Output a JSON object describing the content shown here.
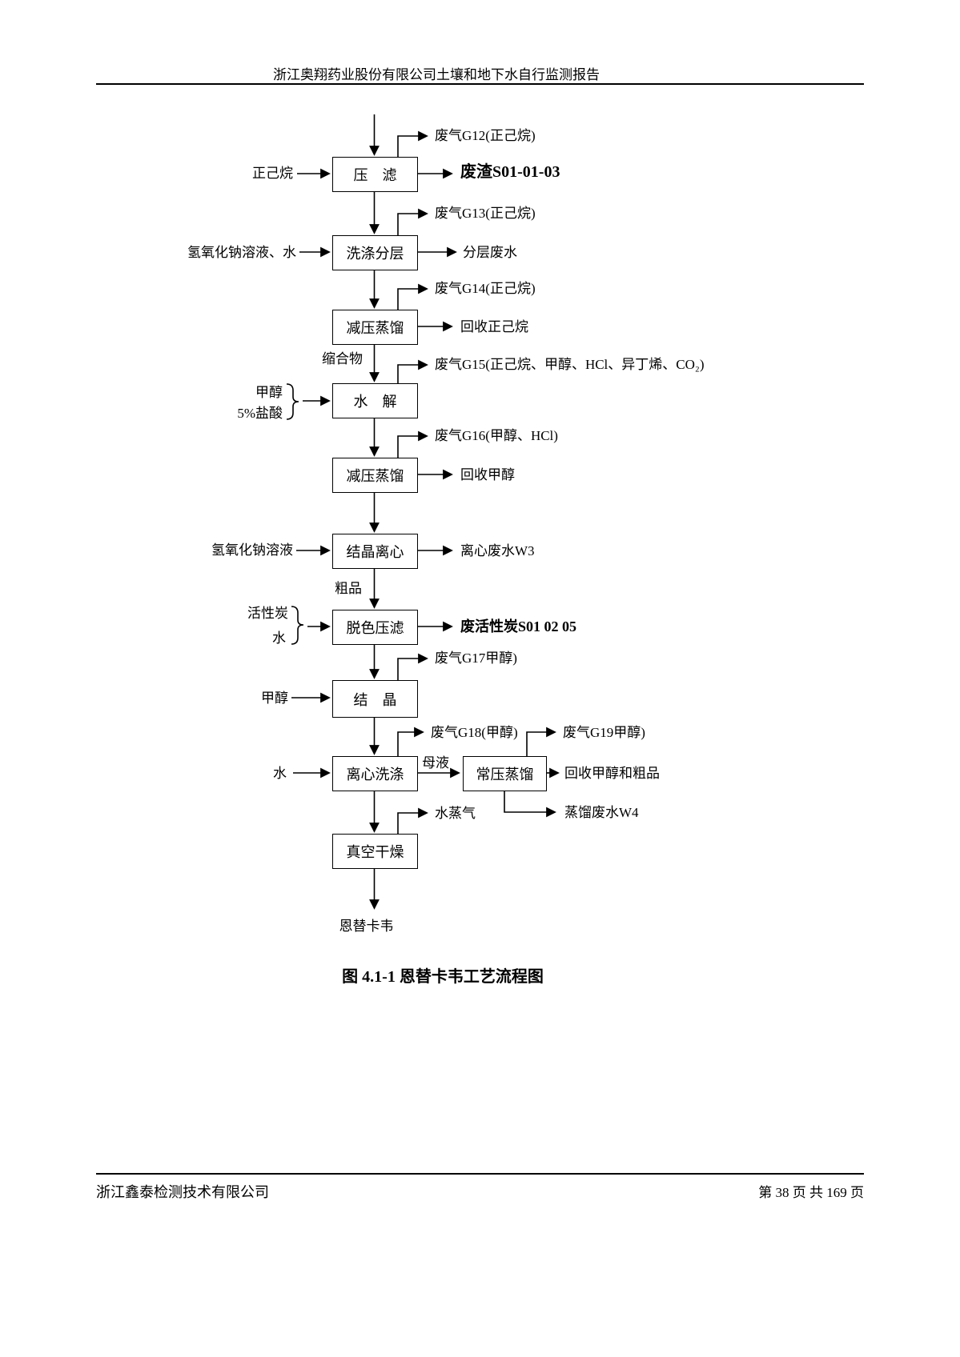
{
  "page": {
    "header_title": "浙江奥翔药业股份有限公司土壤和地下水自行监测报告",
    "caption": "图 4.1-1  恩替卡韦工艺流程图",
    "footer_company": "浙江鑫泰检测技术有限公司",
    "footer_page": "第 38 页 共 169 页"
  },
  "flowchart": {
    "steps": [
      {
        "label": "压　滤"
      },
      {
        "label": "洗涤分层"
      },
      {
        "label": "减压蒸馏"
      },
      {
        "label": "水　解"
      },
      {
        "label": "减压蒸馏"
      },
      {
        "label": "结晶离心"
      },
      {
        "label": "脱色压滤"
      },
      {
        "label": "结　晶"
      },
      {
        "label": "离心洗涤"
      },
      {
        "label": "常压蒸馏"
      },
      {
        "label": "真空干燥"
      }
    ],
    "inputs": {
      "hexane": "正己烷",
      "naoh_water": "氢氧化钠溶液、水",
      "methanol_hcl": [
        "甲醇",
        "5%盐酸"
      ],
      "naoh": "氢氧化钠溶液",
      "carbon_water": [
        "活性炭",
        "水"
      ],
      "methanol": "甲醇",
      "water": "水"
    },
    "emissions": {
      "g12": "废气G12(正己烷)",
      "g13": "废气G13(正己烷)",
      "g14": "废气G14(正己烷)",
      "g15": "废气G15(正己烷、甲醇、HCl、异丁烯、CO₂)",
      "g16": "废气G16(甲醇、HCl)",
      "g17": "废气G17甲醇)",
      "g18": "废气G18(甲醇)",
      "g19": "废气G19甲醇)",
      "steam": "水蒸气"
    },
    "outputs": {
      "residue": "废渣S01-01-03",
      "layered_wastewater": "分层废水",
      "recovered_hexane": "回收正己烷",
      "recovered_methanol": "回收甲醇",
      "centrifuge_wastewater": "离心废水W3",
      "spent_carbon": "废活性炭S01 02 05",
      "recovered_methanol_crude": "回收甲醇和粗品",
      "distillation_wastewater": "蒸馏废水W4"
    },
    "intermediates": {
      "condensate": "缩合物",
      "crude_product": "粗品",
      "mother_liquor": "母液",
      "final_product": "恩替卡韦"
    }
  }
}
